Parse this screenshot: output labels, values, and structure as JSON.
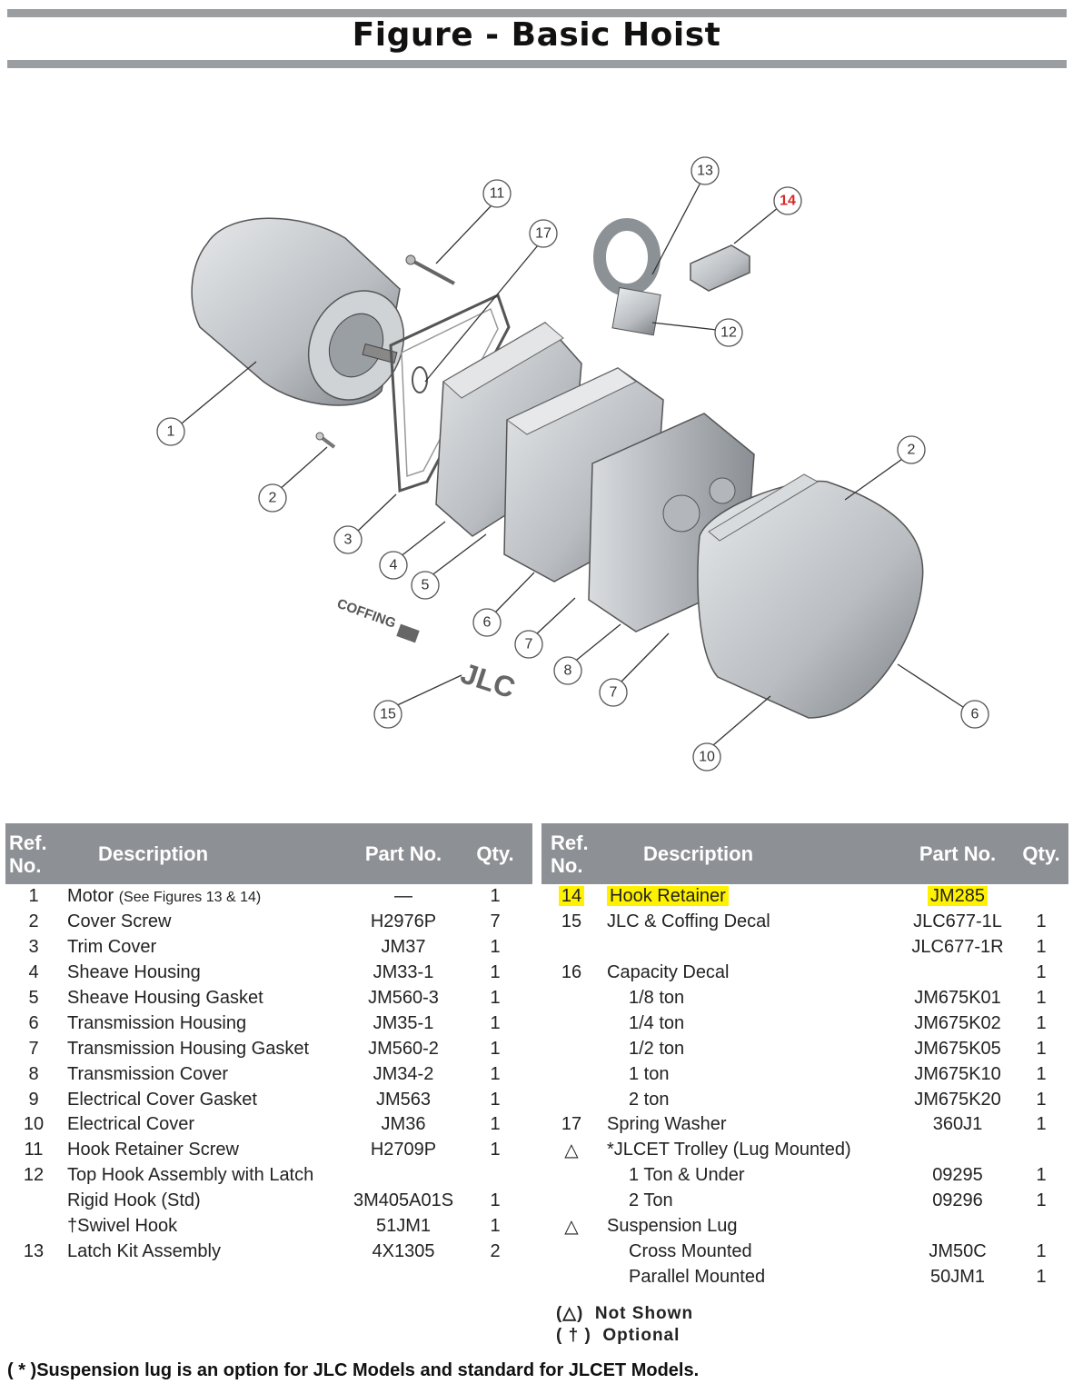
{
  "title": "Figure  -  Basic Hoist",
  "callouts": [
    "1",
    "2",
    "3",
    "4",
    "5",
    "6",
    "7",
    "8",
    "10",
    "11",
    "12",
    "13",
    "14",
    "15",
    "17"
  ],
  "decal_text": {
    "coffing": "COFFING",
    "jlc": "JLC"
  },
  "colors": {
    "header_bg": "#8d9094",
    "highlight": "#fff200",
    "callout_highlight": "#d42a2a",
    "rule": "#9b9ea1"
  },
  "table_headers": {
    "ref": "Ref. No.",
    "description": "Description",
    "part": "Part No.",
    "qty": "Qty."
  },
  "left_rows": [
    {
      "ref": "1",
      "desc": "Motor",
      "note": "(See Figures 13 & 14)",
      "part": "—",
      "qty": "1"
    },
    {
      "ref": "2",
      "desc": "Cover Screw",
      "part": "H2976P",
      "qty": "7"
    },
    {
      "ref": "3",
      "desc": "Trim Cover",
      "part": "JM37",
      "qty": "1"
    },
    {
      "ref": "4",
      "desc": "Sheave Housing",
      "part": "JM33-1",
      "qty": "1"
    },
    {
      "ref": "5",
      "desc": "Sheave Housing Gasket",
      "part": "JM560-3",
      "qty": "1"
    },
    {
      "ref": "6",
      "desc": "Transmission Housing",
      "part": "JM35-1",
      "qty": "1"
    },
    {
      "ref": "7",
      "desc": "Transmission Housing Gasket",
      "part": "JM560-2",
      "qty": "1"
    },
    {
      "ref": "8",
      "desc": "Transmission Cover",
      "part": "JM34-2",
      "qty": "1"
    },
    {
      "ref": "9",
      "desc": "Electrical Cover Gasket",
      "part": "JM563",
      "qty": "1"
    },
    {
      "ref": "10",
      "desc": "Electrical Cover",
      "part": "JM36",
      "qty": "1"
    },
    {
      "ref": "11",
      "desc": "Hook Retainer Screw",
      "part": "H2709P",
      "qty": "1"
    },
    {
      "ref": "12",
      "desc": "Top Hook Assembly with Latch",
      "part": "",
      "qty": ""
    },
    {
      "ref": "",
      "desc": "Rigid Hook (Std)",
      "part": "3M405A01S",
      "qty": "1"
    },
    {
      "ref": "",
      "desc": "†Swivel Hook",
      "part": "51JM1",
      "qty": "1"
    },
    {
      "ref": "13",
      "desc": "Latch Kit Assembly",
      "part": "4X1305",
      "qty": "2"
    }
  ],
  "right_rows": [
    {
      "ref": "14",
      "desc": "Hook Retainer",
      "part": "JM285",
      "qty": "",
      "highlight": true
    },
    {
      "ref": "15",
      "desc": "JLC & Coffing Decal",
      "part": "JLC677-1L",
      "qty": "1"
    },
    {
      "ref": "",
      "desc": "",
      "part": "JLC677-1R",
      "qty": "1"
    },
    {
      "ref": "16",
      "desc": "Capacity Decal",
      "part": "",
      "qty": "1"
    },
    {
      "ref": "",
      "desc": "1/8 ton",
      "part": "JM675K01",
      "qty": "1",
      "sub": true
    },
    {
      "ref": "",
      "desc": "1/4 ton",
      "part": "JM675K02",
      "qty": "1",
      "sub": true
    },
    {
      "ref": "",
      "desc": "1/2 ton",
      "part": "JM675K05",
      "qty": "1",
      "sub": true
    },
    {
      "ref": "",
      "desc": "1 ton",
      "part": "JM675K10",
      "qty": "1",
      "sub": true
    },
    {
      "ref": "",
      "desc": "2 ton",
      "part": "JM675K20",
      "qty": "1",
      "sub": true
    },
    {
      "ref": "17",
      "desc": "Spring Washer",
      "part": "360J1",
      "qty": "1"
    },
    {
      "ref": "△",
      "desc": "*JLCET Trolley (Lug Mounted)",
      "part": "",
      "qty": ""
    },
    {
      "ref": "",
      "desc": "1 Ton & Under",
      "part": "09295",
      "qty": "1",
      "sub": true
    },
    {
      "ref": "",
      "desc": "2 Ton",
      "part": "09296",
      "qty": "1",
      "sub": true
    },
    {
      "ref": "△",
      "desc": "Suspension Lug",
      "part": "",
      "qty": ""
    },
    {
      "ref": "",
      "desc": "Cross Mounted",
      "part": "JM50C",
      "qty": "1",
      "sub": true
    },
    {
      "ref": "",
      "desc": "Parallel Mounted",
      "part": "50JM1",
      "qty": "1",
      "sub": true
    }
  ],
  "legend": [
    {
      "symbol": "(△)",
      "text": "Not Shown"
    },
    {
      "symbol": "( † )",
      "text": "Optional"
    }
  ],
  "footnote": "( * )Suspension lug is an option for JLC Models and standard for JLCET Models."
}
